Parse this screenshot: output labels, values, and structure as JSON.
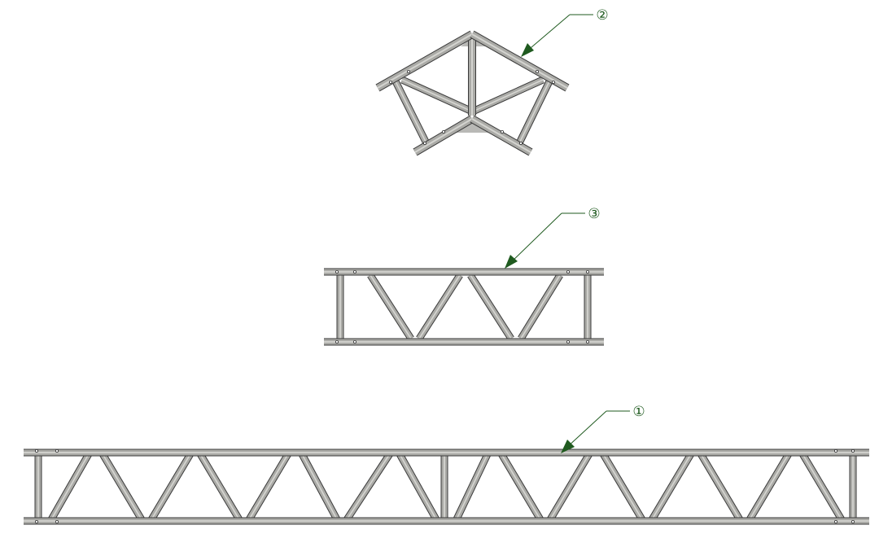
{
  "drawing": {
    "parts": [
      {
        "id": "part-2",
        "name": "corner-truss-pentagon",
        "balloon": "②"
      },
      {
        "id": "part-3",
        "name": "short-truss-section",
        "balloon": "③"
      },
      {
        "id": "part-1",
        "name": "long-truss-section",
        "balloon": "①"
      }
    ]
  },
  "colors": {
    "tube_fill": "#aaaaa6",
    "tube_edge": "#3a3a3a",
    "plate_fill": "#b9b9b6",
    "leader": "#1f5a1f"
  }
}
